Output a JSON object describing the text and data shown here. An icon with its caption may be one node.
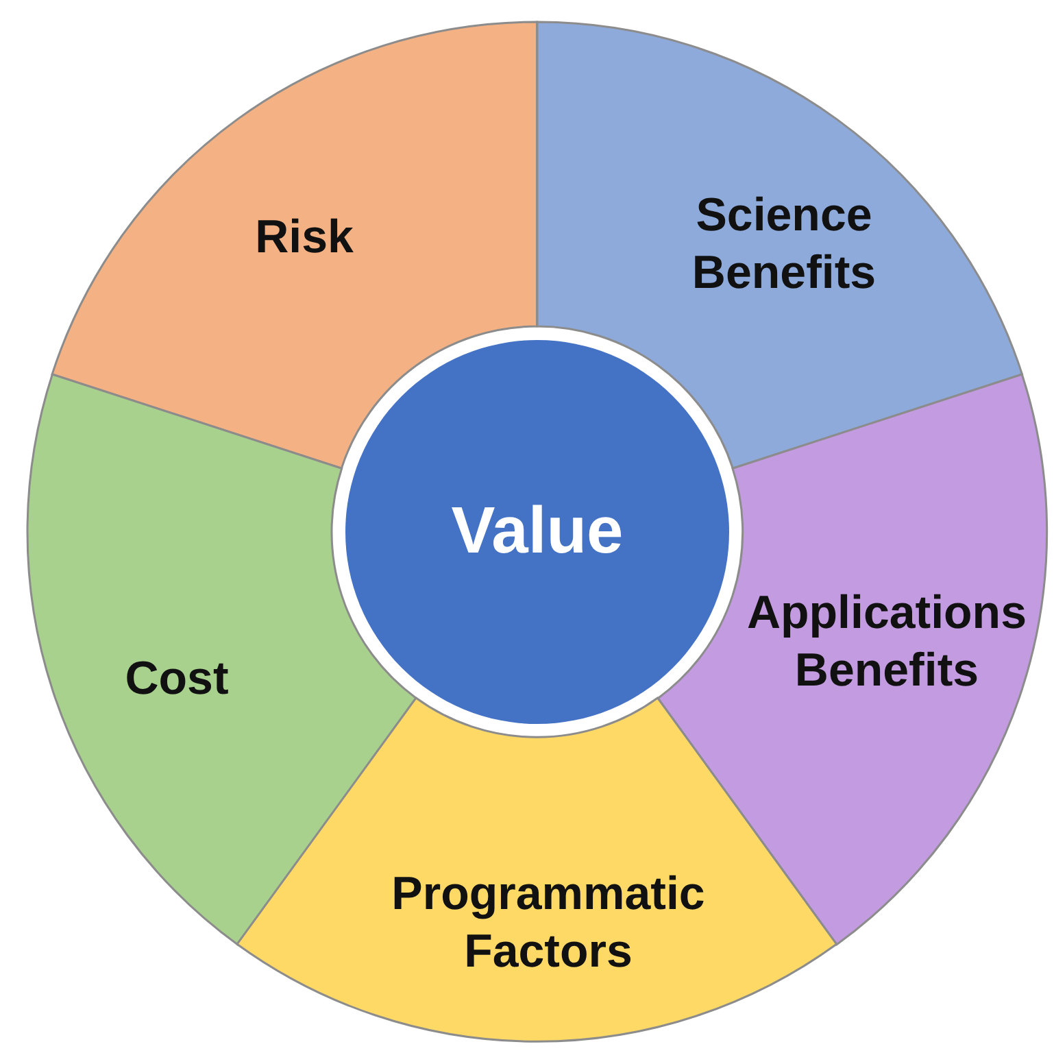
{
  "diagram": {
    "nodes": [
      {
        "text": [
          "Risk"
        ]
      },
      {
        "text": [
          "Science Benefits"
        ]
      },
      {
        "text": [
          "Value"
        ]
      },
      {
        "text": [
          "Applications Benefits"
        ]
      },
      {
        "text": [
          "Cost"
        ]
      },
      {
        "text": [
          "Programmatic Factors"
        ]
      }
    ]
  }
}
